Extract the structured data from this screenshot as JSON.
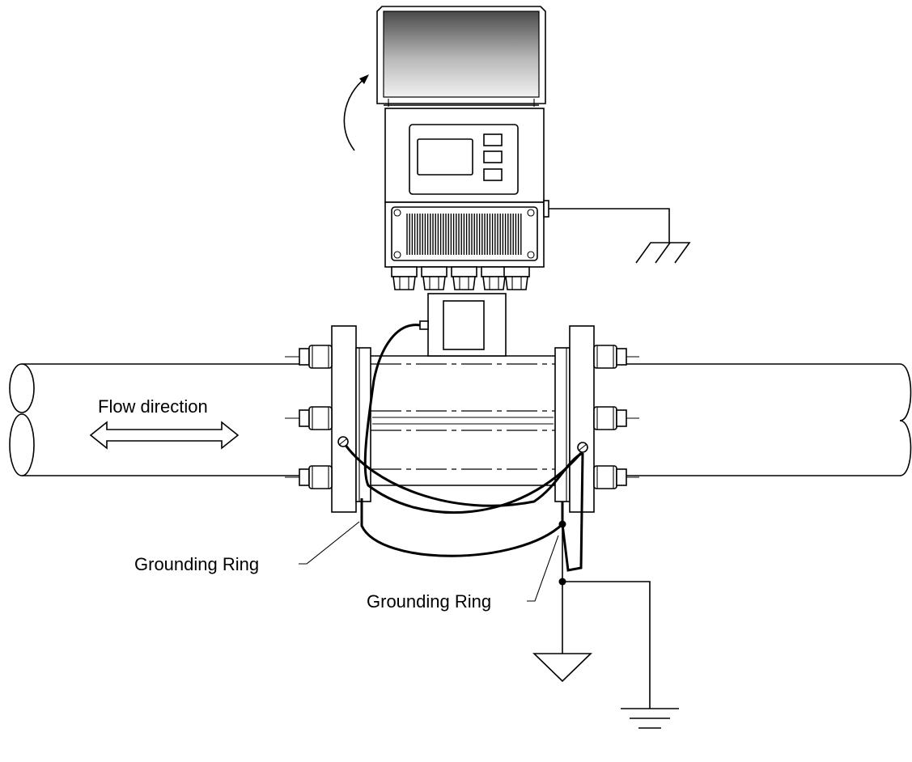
{
  "labels": {
    "flow_direction": "Flow direction",
    "grounding_ring_left": "Grounding Ring",
    "grounding_ring_right": "Grounding Ring"
  },
  "colors": {
    "stroke": "#000000",
    "background": "#ffffff"
  }
}
